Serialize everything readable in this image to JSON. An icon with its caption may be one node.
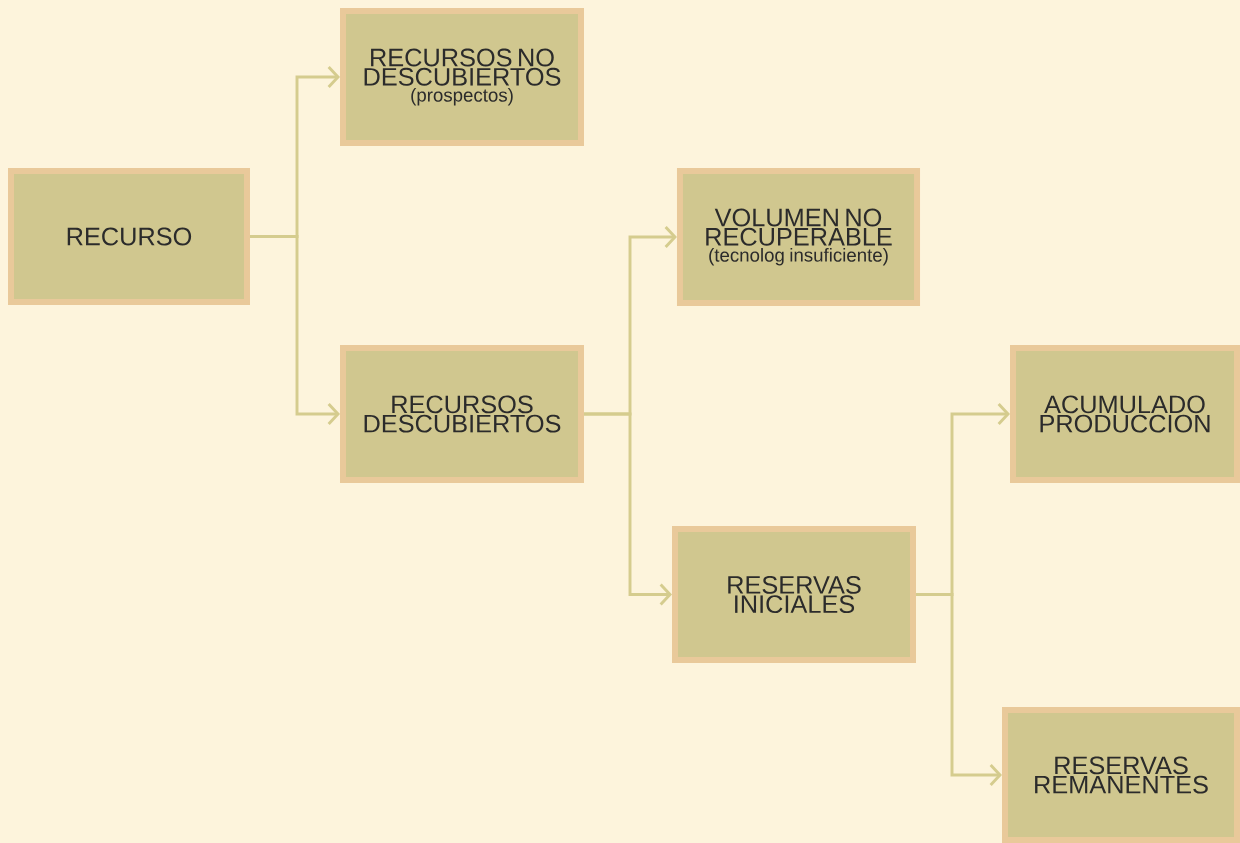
{
  "diagram": {
    "nodes": [
      {
        "text": [
          "RECURSO"
        ]
      },
      {
        "text": [
          "RECURSOS NO DESCUBIERTOS",
          "(prospectos)"
        ]
      },
      {
        "text": [
          "RECURSOS DESCUBIERTOS"
        ]
      },
      {
        "text": [
          "VOLUMEN NO RECUPERABLE",
          "(tecnolog insuficiente)"
        ]
      },
      {
        "text": [
          "RESERVAS INICIALES"
        ]
      },
      {
        "text": [
          "ACUMULADO PRODUCCION"
        ]
      },
      {
        "text": [
          "RESERVAS REMANENTES"
        ]
      }
    ],
    "edges": [
      {
        "from": 0,
        "to": 1,
        "arrow": "to"
      },
      {
        "from": 0,
        "to": 2,
        "arrow": "to"
      },
      {
        "from": 2,
        "to": 3,
        "arrow": "to"
      },
      {
        "from": 2,
        "to": 4,
        "arrow": "to"
      },
      {
        "from": 4,
        "to": 5,
        "arrow": "to"
      },
      {
        "from": 4,
        "to": 6,
        "arrow": "to"
      }
    ]
  }
}
